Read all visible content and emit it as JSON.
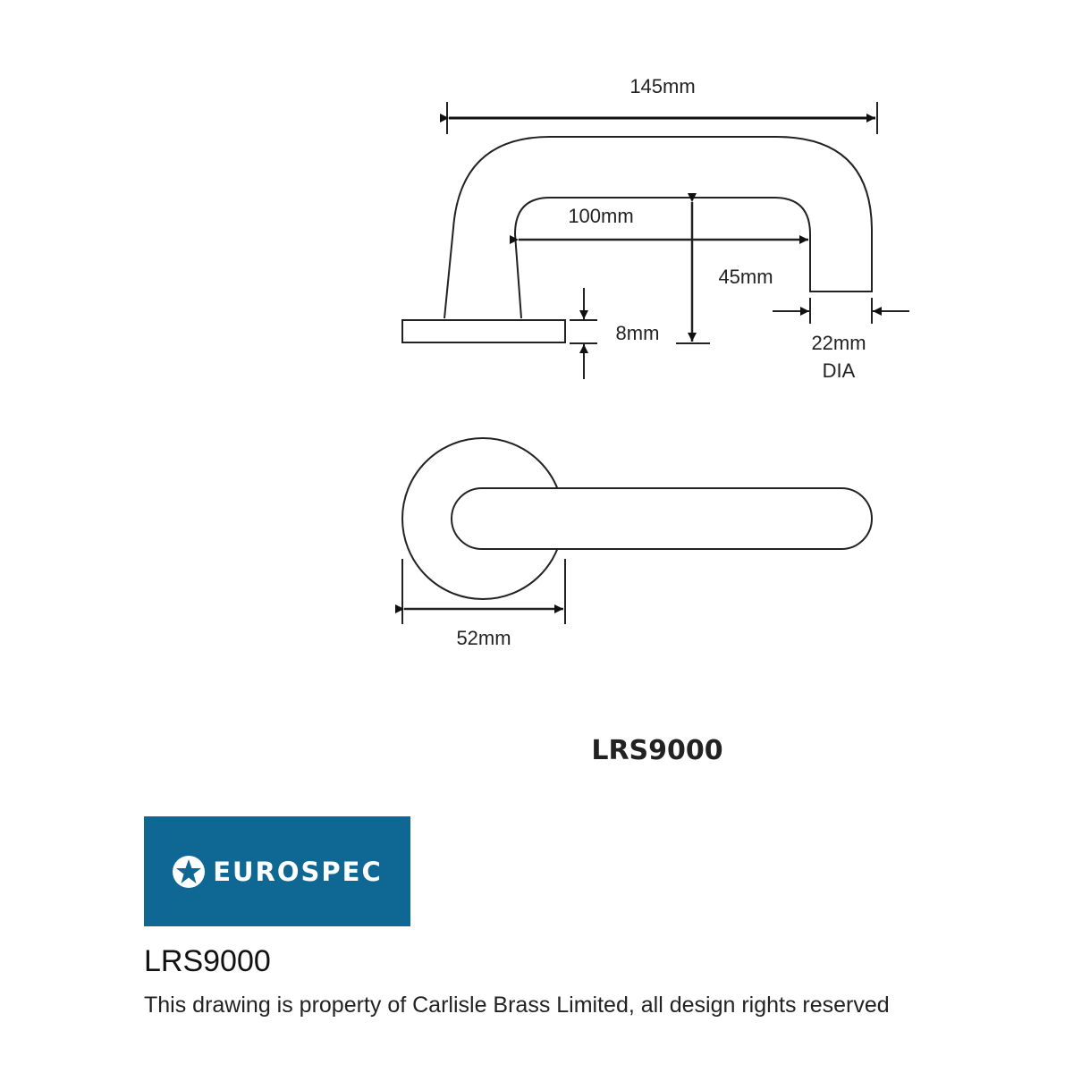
{
  "drawing": {
    "dimensions": {
      "overall_length": "145mm",
      "inner_length": "100mm",
      "projection": "45mm",
      "rose_thickness": "8mm",
      "bar_diameter": "22mm",
      "bar_diameter_suffix": "DIA",
      "rose_diameter": "52mm"
    },
    "model_label": "LRS9000"
  },
  "brand": {
    "name": "EUROSPEC",
    "color": "#0e6893"
  },
  "product_code": "LRS9000",
  "footer_text": "This drawing is property of Carlisle Brass Limited, all design rights reserved"
}
